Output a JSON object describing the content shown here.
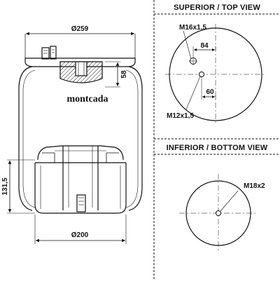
{
  "side_view": {
    "brand": "montcada",
    "dim_top_diameter": "Ø259",
    "dim_plate_height": "58",
    "dim_piston_height": "131,5",
    "dim_bottom_diameter": "Ø200"
  },
  "top_view": {
    "heading": "SUPERIOR / TOP VIEW",
    "thread_large": "M16x1,5",
    "thread_small": "M12x1,5",
    "dim_offset_a": "84",
    "dim_offset_b": "60"
  },
  "bottom_view": {
    "heading": "INFERIOR / BOTTOM VIEW",
    "thread": "M18x2"
  }
}
